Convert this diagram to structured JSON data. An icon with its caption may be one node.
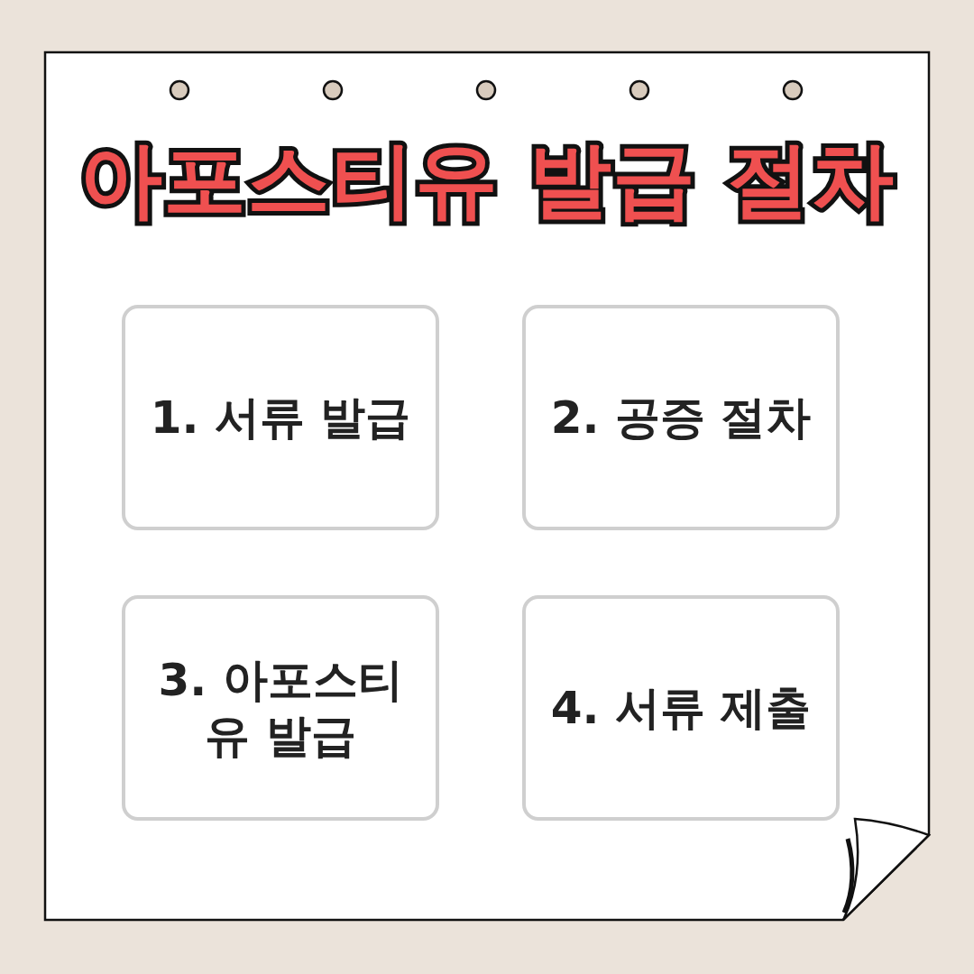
{
  "diagram": {
    "title": "아포스티유 발급 절차",
    "nodes": [
      {
        "text": [
          "1. 서류 발급"
        ]
      },
      {
        "text": [
          "2. 공증 절차"
        ]
      },
      {
        "text": [
          "3. 아포스티유 발급"
        ]
      },
      {
        "text": [
          "4. 서류 제출"
        ]
      }
    ]
  }
}
